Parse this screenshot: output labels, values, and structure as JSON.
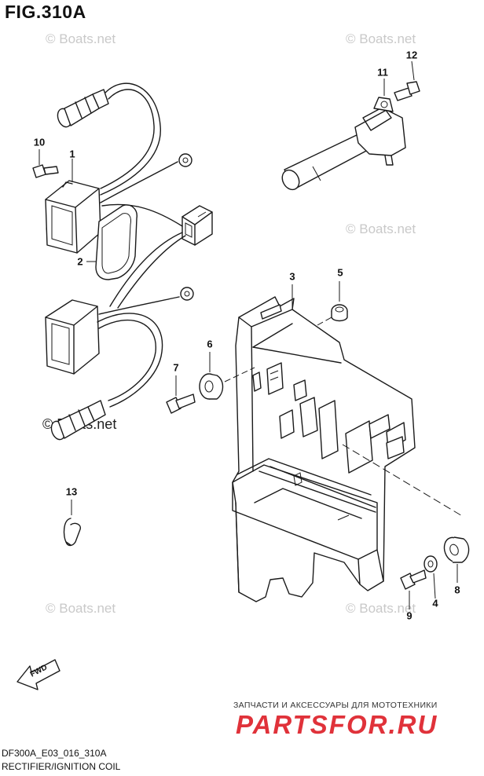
{
  "title": "FIG.310A",
  "footer": {
    "code": "DF300A_E03_016_310A",
    "name": "RECTIFIER/IGNITION COIL"
  },
  "callouts": [
    {
      "id": "1",
      "label": "1"
    },
    {
      "id": "2",
      "label": "2"
    },
    {
      "id": "3",
      "label": "3"
    },
    {
      "id": "4",
      "label": "4"
    },
    {
      "id": "5",
      "label": "5"
    },
    {
      "id": "6",
      "label": "6"
    },
    {
      "id": "7",
      "label": "7"
    },
    {
      "id": "8",
      "label": "8"
    },
    {
      "id": "9",
      "label": "9"
    },
    {
      "id": "10",
      "label": "10"
    },
    {
      "id": "11",
      "label": "11"
    },
    {
      "id": "12",
      "label": "12"
    },
    {
      "id": "13",
      "label": "13"
    }
  ],
  "watermark": "© Boats.net",
  "fwd_label": "FWD",
  "branding": {
    "tagline": "ЗАПЧАСТИ И АКСЕССУАРЫ ДЛЯ МОТОТЕХНИКИ",
    "logo": "PARTSFOR.RU"
  },
  "colors": {
    "line": "#1a1a1a",
    "watermark": "#c9c9c9",
    "brand": "#e0323a"
  }
}
